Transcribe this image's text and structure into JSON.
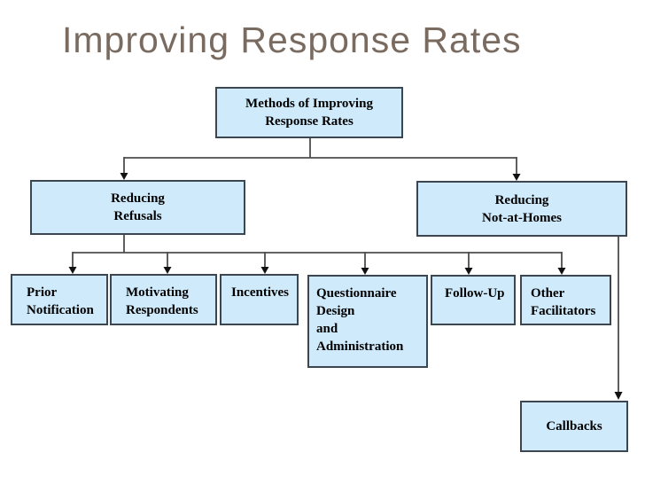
{
  "slide_title": "Improving Response Rates",
  "colors": {
    "title_text": "#7a6b61",
    "box_fill": "#cfeafb",
    "box_border": "#3c4650",
    "connector_line": "#4d4d4d",
    "arrowhead": "#111111",
    "box_text": "#000000",
    "background": "#ffffff"
  },
  "nodes": {
    "methods": {
      "line1": "Methods of Improving",
      "line2": "Response Rates"
    },
    "reducing_refusals": {
      "line1": "Reducing",
      "line2": "Refusals"
    },
    "reducing_not_at_homes": {
      "line1": "Reducing",
      "line2": "Not-at-Homes"
    },
    "prior_notification": {
      "line1": "Prior",
      "line2": "Notification"
    },
    "motivating_respondents": {
      "line1": "Motivating",
      "line2": "Respondents"
    },
    "incentives": {
      "line1": "Incentives"
    },
    "questionnaire_design": {
      "line1": "Questionnaire",
      "line2": "Design",
      "line3": "and",
      "line4": "Administration"
    },
    "follow_up": {
      "line1": "Follow-Up"
    },
    "other_facilitators": {
      "line1": "Other",
      "line2": "Facilitators"
    },
    "callbacks": {
      "line1": "Callbacks"
    }
  }
}
